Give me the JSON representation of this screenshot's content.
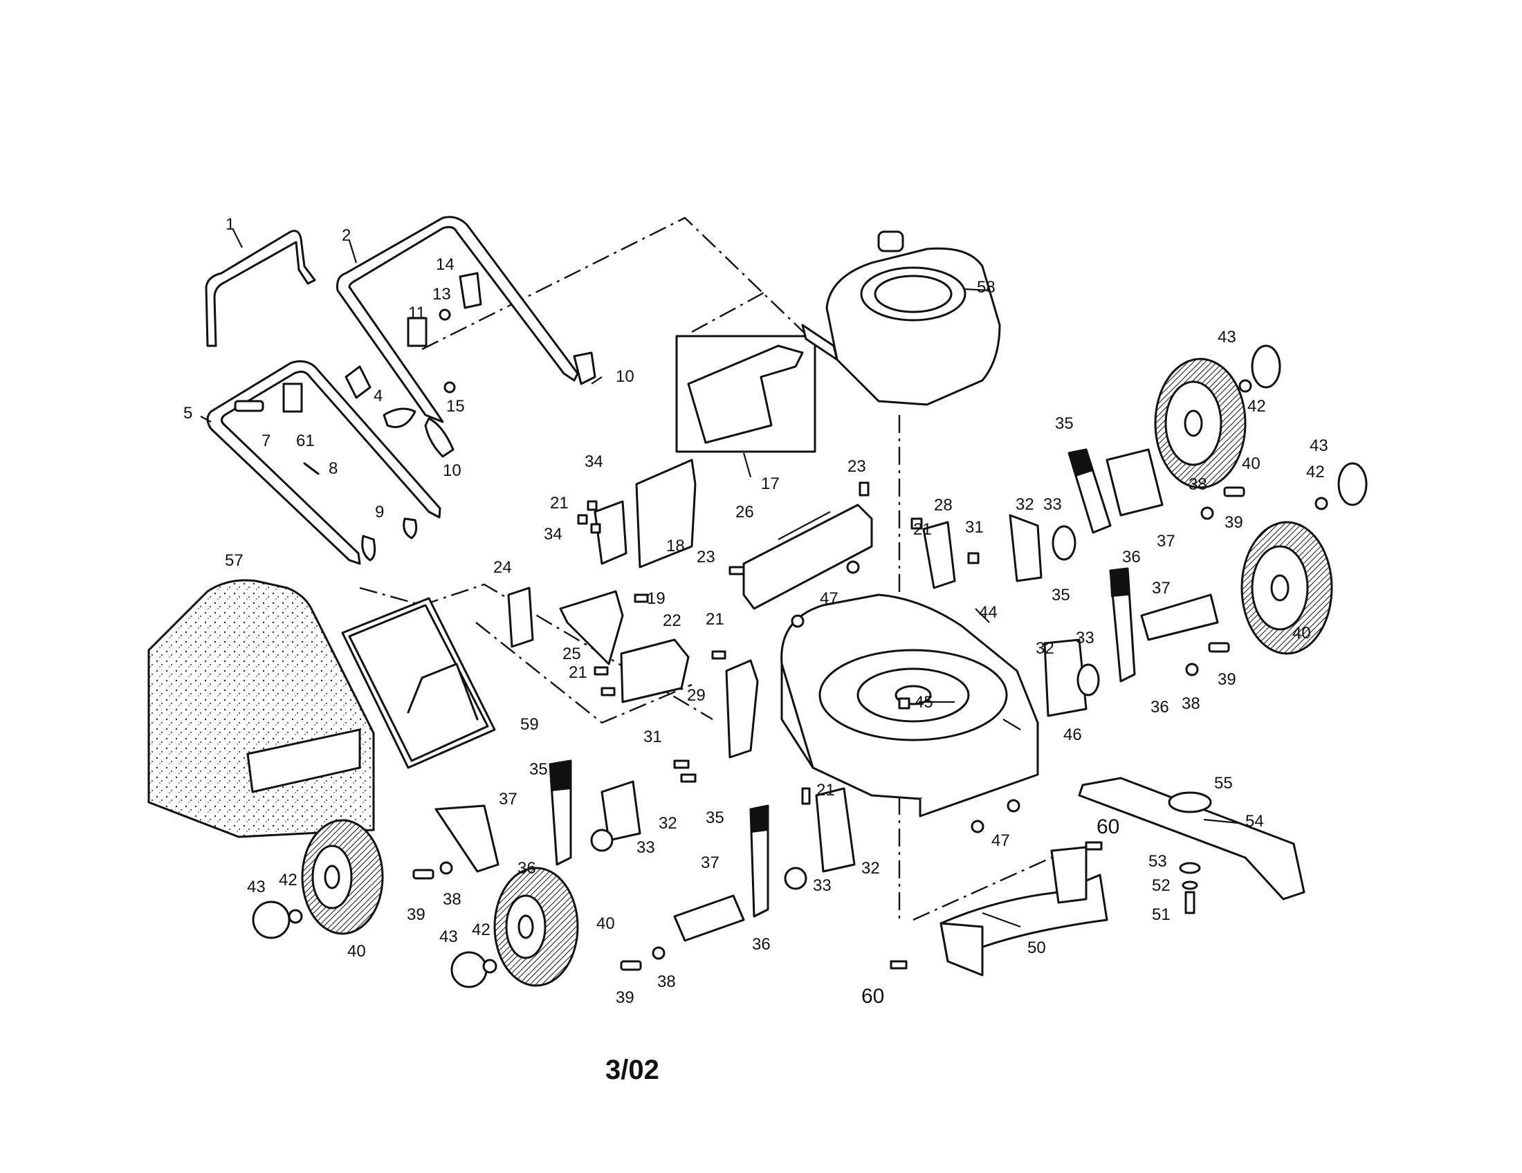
{
  "footer": {
    "date_code": "3/02"
  },
  "parts": [
    {
      "id": "p1",
      "label": "1"
    },
    {
      "id": "p2",
      "label": "2"
    },
    {
      "id": "p4",
      "label": "4"
    },
    {
      "id": "p5",
      "label": "5"
    },
    {
      "id": "p7",
      "label": "7"
    },
    {
      "id": "p8",
      "label": "8"
    },
    {
      "id": "p9",
      "label": "9"
    },
    {
      "id": "p10a",
      "label": "10"
    },
    {
      "id": "p10b",
      "label": "10"
    },
    {
      "id": "p11",
      "label": "11"
    },
    {
      "id": "p13",
      "label": "13"
    },
    {
      "id": "p14",
      "label": "14"
    },
    {
      "id": "p15",
      "label": "15"
    },
    {
      "id": "p17",
      "label": "17"
    },
    {
      "id": "p18",
      "label": "18"
    },
    {
      "id": "p19",
      "label": "19"
    },
    {
      "id": "p21a",
      "label": "21"
    },
    {
      "id": "p21b",
      "label": "21"
    },
    {
      "id": "p21c",
      "label": "21"
    },
    {
      "id": "p21d",
      "label": "21"
    },
    {
      "id": "p21e",
      "label": "21"
    },
    {
      "id": "p22",
      "label": "22"
    },
    {
      "id": "p23a",
      "label": "23"
    },
    {
      "id": "p23b",
      "label": "23"
    },
    {
      "id": "p24",
      "label": "24"
    },
    {
      "id": "p25",
      "label": "25"
    },
    {
      "id": "p26",
      "label": "26"
    },
    {
      "id": "p28",
      "label": "28"
    },
    {
      "id": "p29",
      "label": "29"
    },
    {
      "id": "p31a",
      "label": "31"
    },
    {
      "id": "p31b",
      "label": "31"
    },
    {
      "id": "p32a",
      "label": "32"
    },
    {
      "id": "p32b",
      "label": "32"
    },
    {
      "id": "p32c",
      "label": "32"
    },
    {
      "id": "p32d",
      "label": "32"
    },
    {
      "id": "p33a",
      "label": "33"
    },
    {
      "id": "p33b",
      "label": "33"
    },
    {
      "id": "p33c",
      "label": "33"
    },
    {
      "id": "p33d",
      "label": "33"
    },
    {
      "id": "p34a",
      "label": "34"
    },
    {
      "id": "p34b",
      "label": "34"
    },
    {
      "id": "p35a",
      "label": "35"
    },
    {
      "id": "p35b",
      "label": "35"
    },
    {
      "id": "p35c",
      "label": "35"
    },
    {
      "id": "p35d",
      "label": "35"
    },
    {
      "id": "p36a",
      "label": "36"
    },
    {
      "id": "p36b",
      "label": "36"
    },
    {
      "id": "p36c",
      "label": "36"
    },
    {
      "id": "p36d",
      "label": "36"
    },
    {
      "id": "p37a",
      "label": "37"
    },
    {
      "id": "p37b",
      "label": "37"
    },
    {
      "id": "p37c",
      "label": "37"
    },
    {
      "id": "p37d",
      "label": "37"
    },
    {
      "id": "p38a",
      "label": "38"
    },
    {
      "id": "p38b",
      "label": "38"
    },
    {
      "id": "p38c",
      "label": "38"
    },
    {
      "id": "p38d",
      "label": "38"
    },
    {
      "id": "p39a",
      "label": "39"
    },
    {
      "id": "p39b",
      "label": "39"
    },
    {
      "id": "p39c",
      "label": "39"
    },
    {
      "id": "p39d",
      "label": "39"
    },
    {
      "id": "p40a",
      "label": "40"
    },
    {
      "id": "p40b",
      "label": "40"
    },
    {
      "id": "p40c",
      "label": "40"
    },
    {
      "id": "p40d",
      "label": "40"
    },
    {
      "id": "p42a",
      "label": "42"
    },
    {
      "id": "p42b",
      "label": "42"
    },
    {
      "id": "p42c",
      "label": "42"
    },
    {
      "id": "p42d",
      "label": "42"
    },
    {
      "id": "p43a",
      "label": "43"
    },
    {
      "id": "p43b",
      "label": "43"
    },
    {
      "id": "p43c",
      "label": "43"
    },
    {
      "id": "p43d",
      "label": "43"
    },
    {
      "id": "p44",
      "label": "44"
    },
    {
      "id": "p45",
      "label": "45"
    },
    {
      "id": "p46",
      "label": "46"
    },
    {
      "id": "p47a",
      "label": "47"
    },
    {
      "id": "p47b",
      "label": "47"
    },
    {
      "id": "p50",
      "label": "50"
    },
    {
      "id": "p51",
      "label": "51"
    },
    {
      "id": "p52",
      "label": "52"
    },
    {
      "id": "p53",
      "label": "53"
    },
    {
      "id": "p54",
      "label": "54"
    },
    {
      "id": "p55",
      "label": "55"
    },
    {
      "id": "p57",
      "label": "57"
    },
    {
      "id": "p58",
      "label": "58"
    },
    {
      "id": "p59",
      "label": "59"
    },
    {
      "id": "p60a",
      "label": "60"
    },
    {
      "id": "p60b",
      "label": "60"
    },
    {
      "id": "p61",
      "label": "61"
    }
  ]
}
